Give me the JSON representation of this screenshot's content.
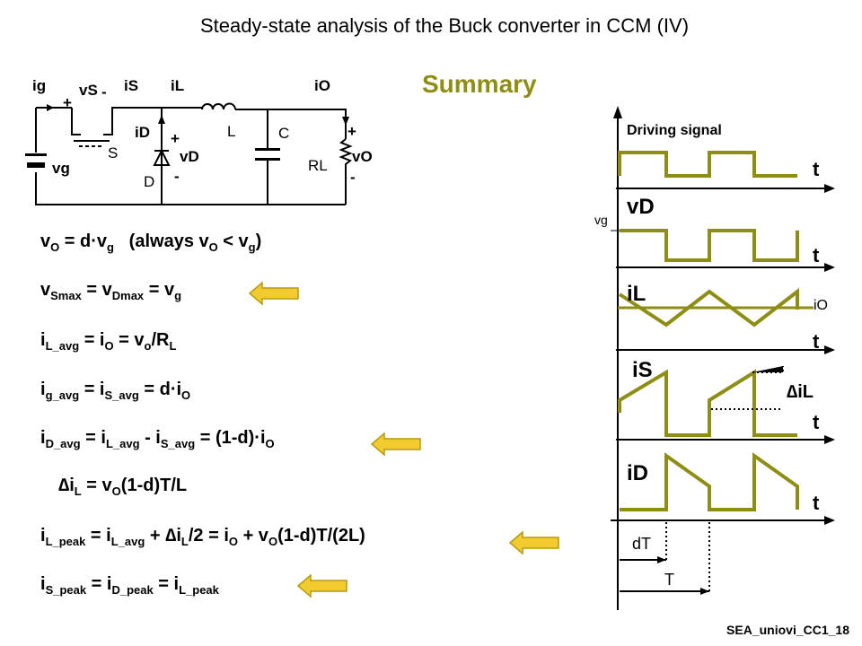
{
  "title": "Steady-state analysis of the Buck converter in CCM (IV)",
  "summary": "Summary",
  "circuit": {
    "ig": "ig",
    "vS": "vS",
    "iS": "iS",
    "iL": "iL",
    "iO": "iO",
    "iD": "iD",
    "S": "S",
    "L": "L",
    "C": "C",
    "D": "D",
    "vD": "vD",
    "vg": "vg",
    "RL": "RL",
    "vO": "vO",
    "plus": "+",
    "minus": "-"
  },
  "equations": [
    "vO = d·vg   (always vO < vg)",
    "vSmax = vDmax = vg",
    "iL_avg = iO = vo/RL",
    "ig_avg = iS_avg = d·iO",
    "iD_avg = iL_avg - iS_avg = (1-d)·iO",
    "∆iL = vO(1-d)T/L",
    "iL_peak = iL_avg + ∆iL/2 = iO + vO(1-d)T/(2L)",
    "iS_peak = iD_peak = iL_peak"
  ],
  "waveforms": {
    "driving_signal": "Driving signal",
    "vD": "vD",
    "vg": "vg",
    "iL": "iL",
    "iO": "iO",
    "iS": "iS",
    "delta_iL": "∆iL",
    "iD": "iD",
    "t": "t",
    "dT": "dT",
    "T": "T"
  },
  "colors": {
    "olive": "#8e8e14",
    "arrow_fill": "#f2cc2e",
    "arrow_stroke": "#b89a10"
  },
  "footer": "SEA_uniovi_CC1_18"
}
